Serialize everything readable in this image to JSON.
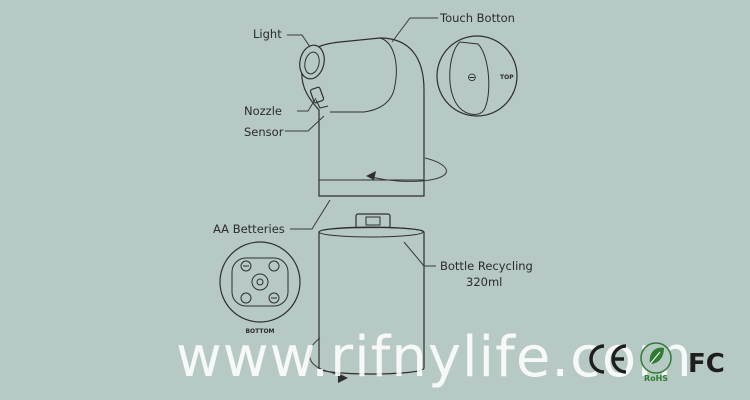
{
  "labels": {
    "light": "Light",
    "touch_button": "Touch Botton",
    "nozzle": "Nozzle",
    "sensor": "Sensor",
    "batteries": "AA Betteries",
    "bottle_recycling": "Bottle Recycling",
    "bottle_volume": "320ml",
    "top_view": "TOP",
    "bottom_view": "BOTTOM",
    "minus_symbol": "⊖"
  },
  "watermark": "www.rifnylife.com",
  "certifications": {
    "ce": "CE",
    "rohs": "RoHS",
    "fcc": "FC"
  },
  "colors": {
    "background": "#b6c9c5",
    "line": "#2f2f2f",
    "watermark": "#ffffff",
    "rohs_green": "#2e7d32"
  }
}
